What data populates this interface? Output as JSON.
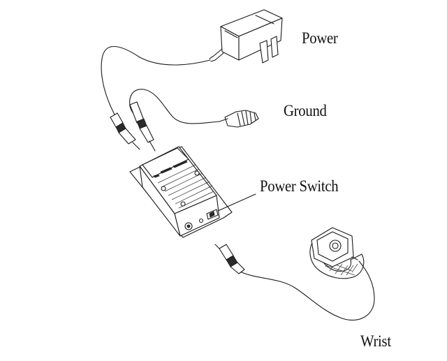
{
  "labels": {
    "power": "Power",
    "ground": "Ground",
    "power_switch": "Power Switch",
    "wrist": "Wrist"
  },
  "colors": {
    "line": "#1a1a1a",
    "background": "#ffffff",
    "text": "#111111"
  }
}
